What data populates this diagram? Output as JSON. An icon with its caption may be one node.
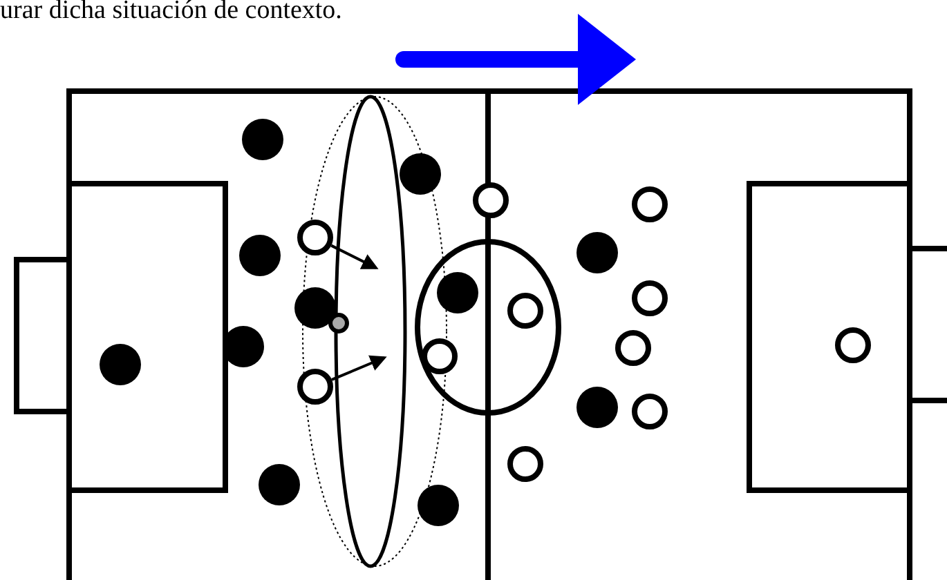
{
  "diagram": {
    "nodes": [
      {
        "text": [],
        "shape": "circle"
      },
      {
        "text": [],
        "shape": "circle"
      }
    ],
    "edges": [
      {
        "from": 0,
        "to": null,
        "arrow": "to"
      },
      {
        "from": 1,
        "to": null,
        "arrow": "to"
      }
    ],
    "labels": [
      "urar dicha situación de contexto."
    ]
  }
}
